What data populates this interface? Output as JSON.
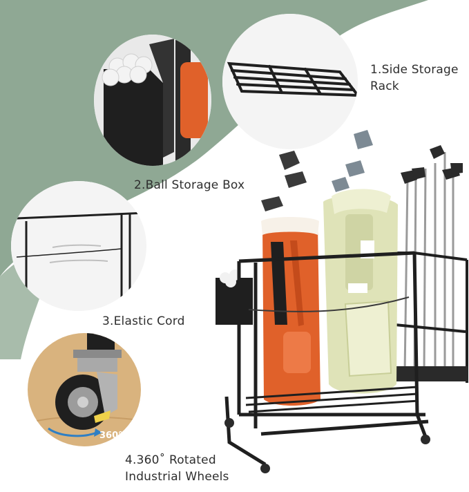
{
  "colors": {
    "background_green": "#8fa894",
    "wood": "#d9b37e",
    "rack_black": "#1f1f1f",
    "orange_bag": "#e0612a",
    "cream_bag": "#dfe3b8",
    "accent_blue": "#2f7fc4"
  },
  "features": [
    {
      "label": "1.Side Storage",
      "label_line2": "Rack",
      "icon": "side-rack-grid"
    },
    {
      "label": "2.Ball Storage Box",
      "icon": "ball-box"
    },
    {
      "label": "3.Elastic Cord",
      "icon": "elastic-cord"
    },
    {
      "label": "4.360˚ Rotated",
      "label_line2": "Industrial Wheels",
      "icon": "caster-wheel",
      "badge": "360°"
    }
  ]
}
